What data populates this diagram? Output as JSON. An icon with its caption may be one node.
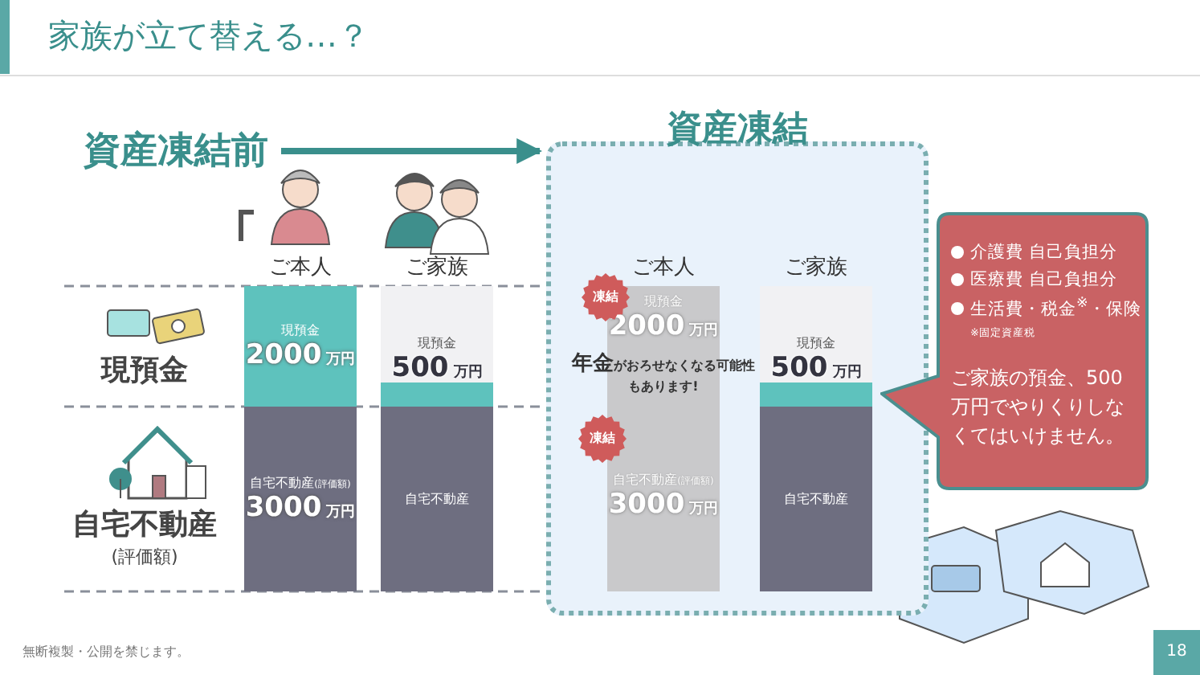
{
  "diagram": {
    "title": "家族が立て替える…？",
    "nodes": [
      {
        "text": [
          "資産凍結前"
        ]
      },
      {
        "text": [
          "資産凍結"
        ]
      },
      {
        "text": [
          "現預金",
          "2000",
          "万円"
        ]
      },
      {
        "text": [
          "自宅不動産",
          "(評価額)",
          "3000",
          "万円"
        ]
      },
      {
        "text": [
          "現預金",
          "500",
          "万円"
        ]
      },
      {
        "text": [
          "自宅不動産"
        ]
      },
      {
        "text": [
          "現預金",
          "2000",
          "万円"
        ],
        "in": 1
      },
      {
        "text": [
          "凍結"
        ],
        "in": 1
      },
      {
        "text": [
          "自宅不動産",
          "(評価額)",
          "3000",
          "万円"
        ],
        "in": 1
      },
      {
        "text": [
          "凍結"
        ],
        "in": 1
      },
      {
        "text": [
          "現預金",
          "500",
          "万円"
        ],
        "in": 1
      },
      {
        "text": [
          "自宅不動産"
        ],
        "in": 1
      },
      {
        "text": [
          "介護費 自己負担分",
          "医療費 自己負担分",
          "生活費・税金$^{※}$・保険",
          "※固定資産税",
          "ご家族の預金、500万円でやりくりしなくてはいけません。"
        ]
      }
    ],
    "edges": [
      {
        "from": 0,
        "to": 1,
        "arrow": "to"
      }
    ],
    "labels": [
      "ご本人",
      "ご家族",
      "ご本人",
      "ご家族",
      "現預金",
      "自宅不動産",
      "(評価額)",
      "**年金**がおろせなくなる可能性もあります!",
      "無断複製・公開を禁じます。",
      "18"
    ]
  }
}
